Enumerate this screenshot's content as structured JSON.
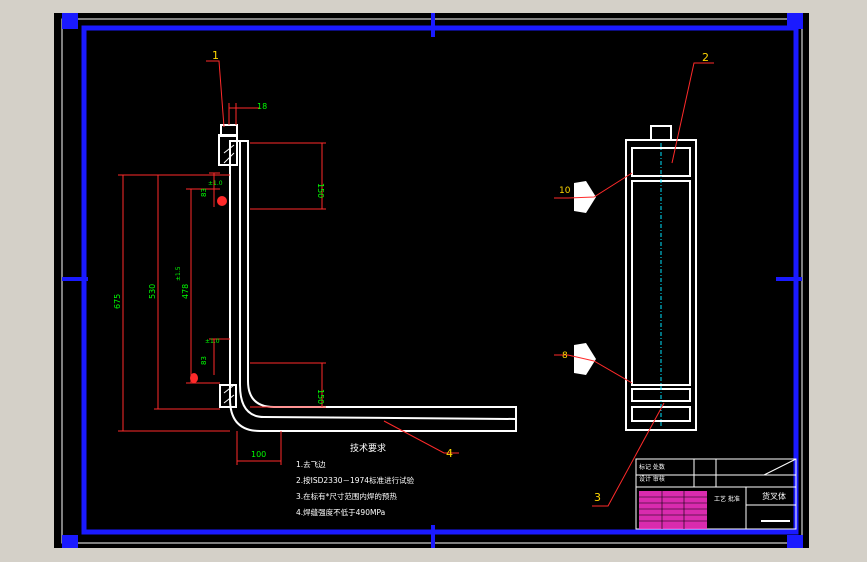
{
  "drawing": {
    "balloons": [
      "1",
      "2",
      "3",
      "4",
      "8",
      "10"
    ],
    "dimensions": {
      "d18": "18",
      "d150_top": "150",
      "d150_bottom": "150",
      "d100": "100",
      "d675": "675",
      "d530": "530",
      "d478": "478",
      "d83_top": "83",
      "d83_bottom": "83",
      "tol_top": "±1.0",
      "tol_bottom": "±1.0",
      "tol_mid": "±1.5"
    },
    "requirements": {
      "title": "技术要求",
      "items": [
        "1.去飞边",
        "2.按ISD2330－1974标准进行试验",
        "3.在标有*尺寸范围内焊的预热",
        "4.焊缝强度不低于490MPa"
      ]
    },
    "title_block": {
      "label": "货叉体",
      "rows": [
        "标记 处数",
        "设计 审核",
        "工艺 批准"
      ]
    },
    "colors": {
      "frame": "#1a1aff",
      "paper": "#000000",
      "geometry": "#ffffff",
      "dimension": "#ff2a2a",
      "dim_text": "#00ff00",
      "balloon": "#ffd700",
      "title_pink": "#ff33cc",
      "centerline": "#00e5ff"
    }
  }
}
